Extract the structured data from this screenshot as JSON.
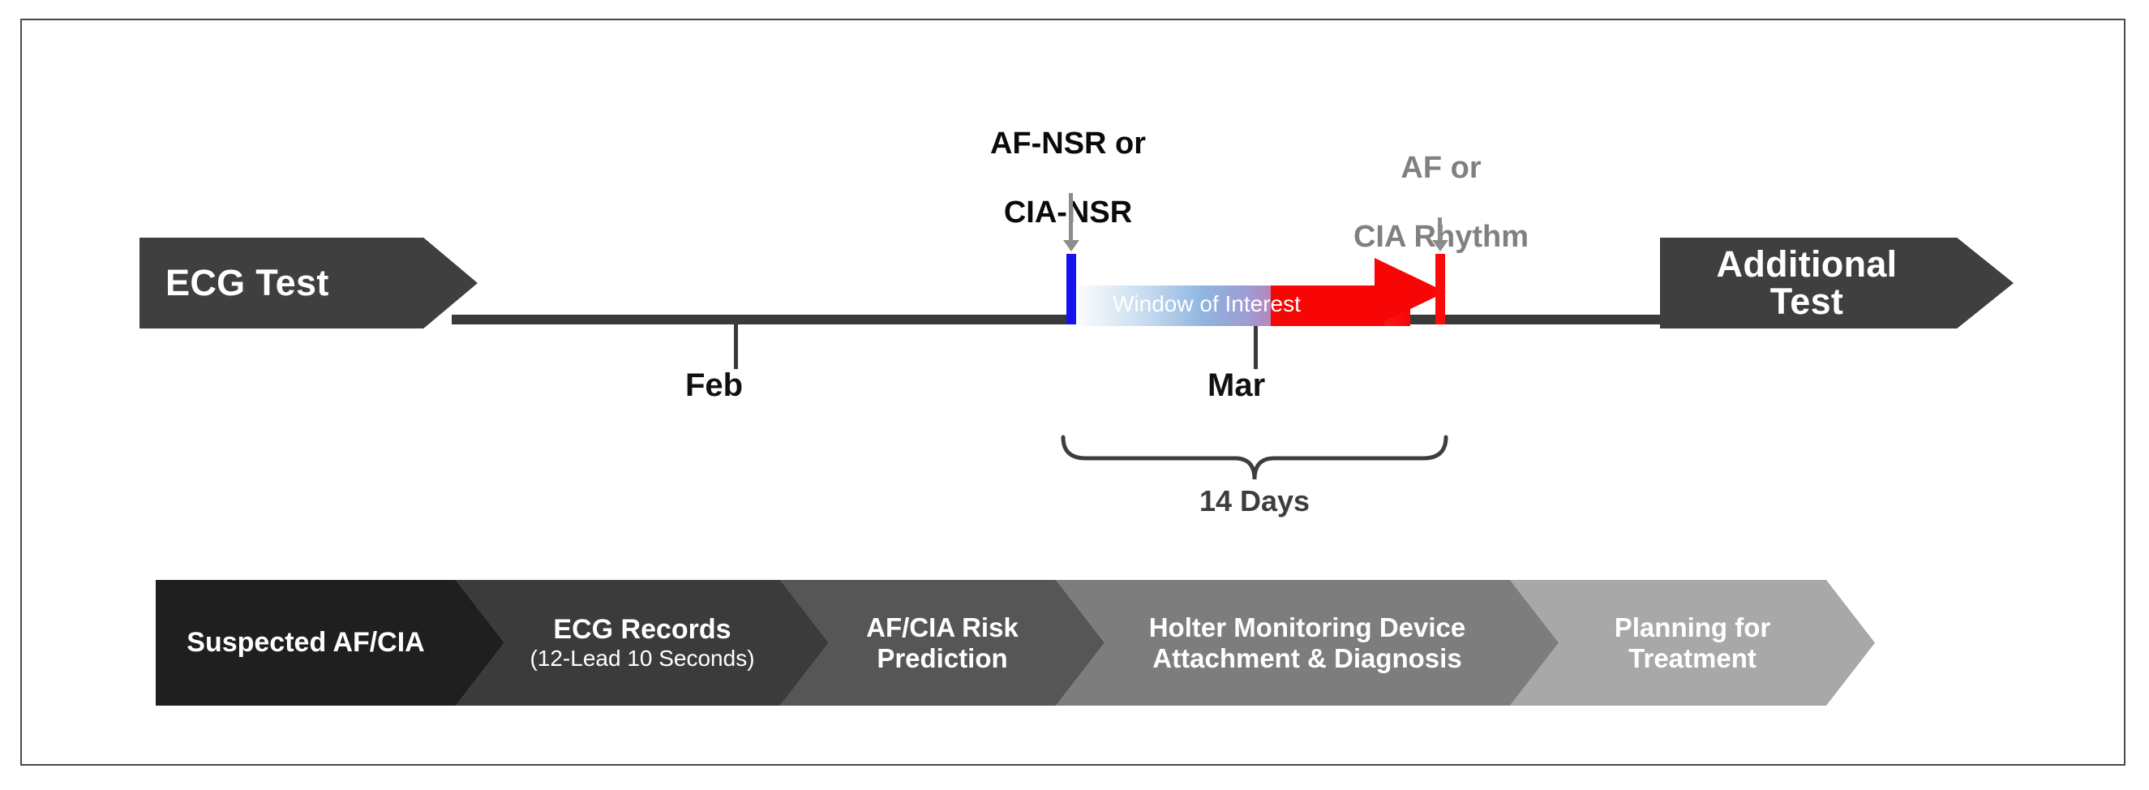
{
  "figure": {
    "type": "clinical-timeline-diagram",
    "title": "AF/CIA ECG screening timeline"
  },
  "timeline": {
    "start_block": {
      "label": "ECG Test"
    },
    "end_block": {
      "line1": "Additional",
      "line2": "Test"
    },
    "months": [
      {
        "label": "Feb"
      },
      {
        "label": "Mar"
      }
    ],
    "window": {
      "label": "Window of Interest",
      "duration_label": "14 Days",
      "start_marker_color": "#1414ee",
      "end_marker_color": "#fa0a0a",
      "gradient_from": "#fdfdfe",
      "gradient_to": "#fa0505"
    },
    "callouts": [
      {
        "id": "nsr",
        "line1": "AF-NSR or",
        "line2": "CIA-NSR",
        "color": "#0a0a0a"
      },
      {
        "id": "rhythm",
        "line1": "AF or",
        "line2": "CIA Rhythm",
        "color": "#808080"
      }
    ]
  },
  "process": {
    "steps": [
      {
        "title": "Suspected AF/CIA",
        "subtitle": "",
        "color": "#1f1f1f",
        "title_size": "34px",
        "sub_size": "0px"
      },
      {
        "title": "ECG Records",
        "subtitle": "(12-Lead 10 Seconds)",
        "color": "#3b3b3b",
        "title_size": "34px",
        "sub_size": "28px"
      },
      {
        "title": "AF/CIA Risk",
        "subtitle": "Prediction",
        "color": "#565656",
        "title_size": "33px",
        "sub_size": "33px"
      },
      {
        "title": "Holter Monitoring Device",
        "subtitle": "Attachment & Diagnosis",
        "color": "#7d7d7d",
        "title_size": "33px",
        "sub_size": "33px"
      },
      {
        "title": "Planning for",
        "subtitle": "Treatment",
        "color": "#a8a8a8",
        "title_size": "33px",
        "sub_size": "33px"
      }
    ]
  },
  "frame": {
    "border_color": "#4a4a4a"
  }
}
